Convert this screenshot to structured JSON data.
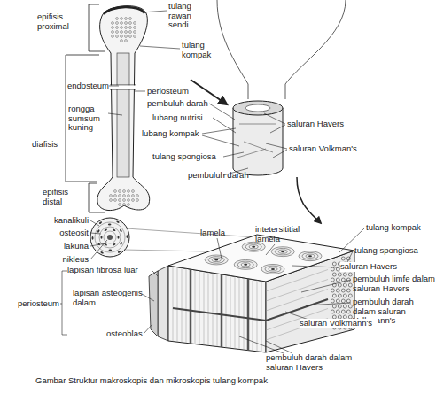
{
  "diagram": {
    "caption": "Gambar Struktur makroskopis dan mikroskopis tulang kompak",
    "labels": [
      "tulang rawan sendi",
      "epifisis proximal",
      "tulang kompak",
      "endosteum",
      "periosteum",
      "rongga sumsum kuning",
      "diafisis",
      "pembuluh darah",
      "lubang nutrisi",
      "lubang kompak",
      "tulang spongiosa",
      "pembuluh darah",
      "saluran Havers",
      "saluran Volkman's",
      "epifisis distal",
      "kanalikuli",
      "osteosit",
      "lakuna",
      "nikleus",
      "lamela",
      "intetersititial lamela",
      "tulang kompak",
      "tulang spongiosa",
      "saluran Havers",
      "pembuluh limfe dalam saluran Havers",
      "pembuluh darah dalam saluran Volkmann's",
      "lapisan fibrosa luar",
      "periosteum",
      "lapisan asteogenis dalam",
      "osteoblas",
      "saluran Volkmann's",
      "pembuluh darah dalam saluran Havers"
    ]
  }
}
